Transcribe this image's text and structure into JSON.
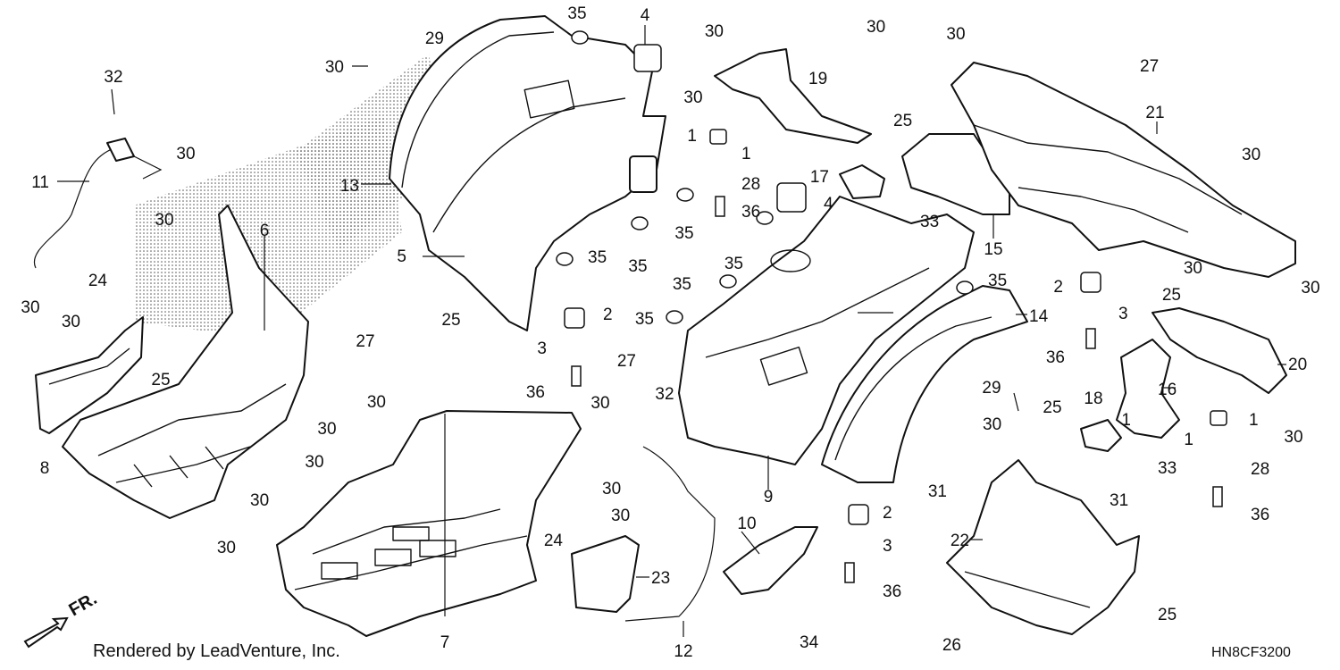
{
  "footer": {
    "credit": "Rendered by LeadVenture, Inc.",
    "diagram_code": "HN8CF3200"
  },
  "direction_indicator": {
    "label": "FR.",
    "icon": "front-arrow-icon"
  },
  "callouts": [
    "1",
    "2",
    "3",
    "4",
    "5",
    "6",
    "7",
    "8",
    "9",
    "10",
    "11",
    "12",
    "13",
    "14",
    "15",
    "16",
    "17",
    "18",
    "19",
    "20",
    "21",
    "22",
    "23",
    "24",
    "25",
    "26",
    "27",
    "28",
    "29",
    "30",
    "31",
    "32",
    "33",
    "34",
    "35",
    "36"
  ]
}
